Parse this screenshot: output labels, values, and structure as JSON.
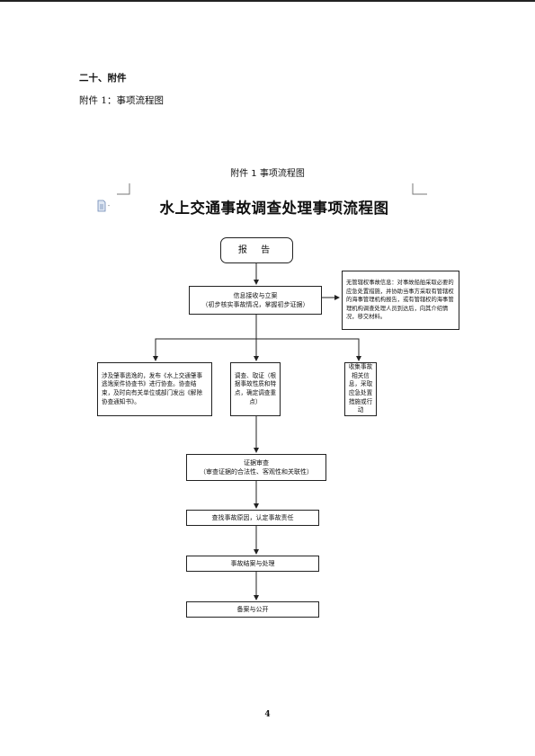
{
  "section_heading": "二十、附件",
  "attachment_label": "附件 1：事项流程图",
  "figure_caption": "附件 1 事项流程图",
  "flowchart": {
    "title": "水上交通事故调查处理事项流程图",
    "report": "报 告",
    "receive_lines": [
      "信息接收与立案",
      "（初步核实事故情况，掌握初步证据）"
    ],
    "jurisdiction_note": "无管辖权事故信息：对事故船舶采取必要的应急处置措施，并协助当事方采取有管辖权的海事管理机构报告，或有管辖权的海事管理机构调查处理人员到达后，向其介绍情况，移交材料。",
    "escape_box": "涉及肇事逃逸的，发布《水上交通肇事逃逸案件协查书》进行协查。协查结束，及时向有关单位或部门发出《解除协查通知书》。",
    "investigate_box": "调查、取证（根据事故性质和特点，确定调查重点）",
    "collect_box": "收集事故相关信息，采取应急处置措施或行动",
    "review_lines": [
      "证据审查",
      "（审查证据的合法性、客观性和关联性）"
    ],
    "cause_box": "查找事故原因，认定事故责任",
    "conclude_box": "事故结案与处理",
    "archive_box": "备案与公开"
  },
  "page_number": "4"
}
